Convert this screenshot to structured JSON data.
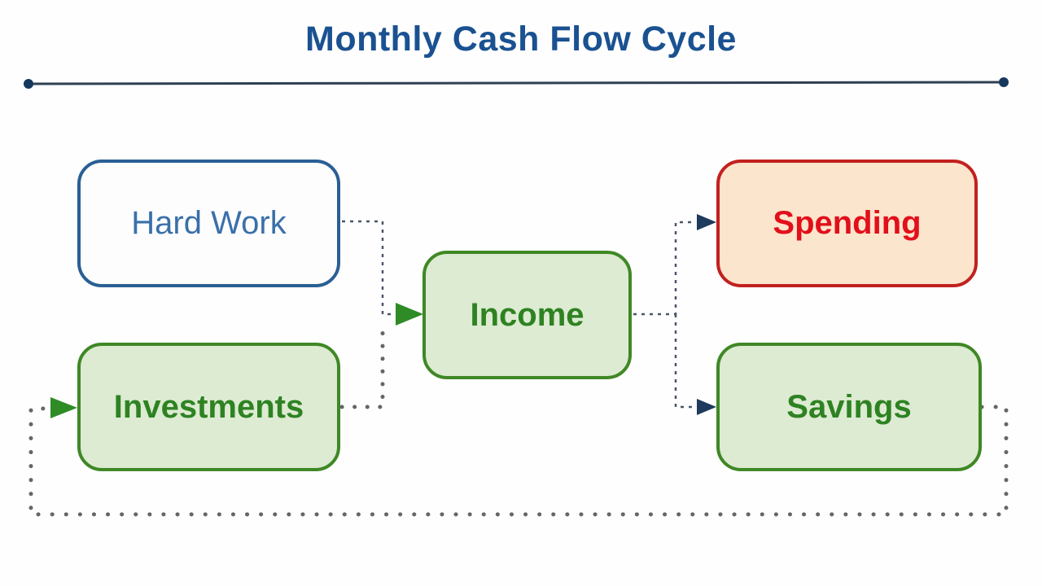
{
  "title": "Monthly Cash Flow Cycle",
  "nodes": {
    "hard_work": {
      "label": "Hard Work",
      "fill": "#fdfdfe",
      "border": "#2a5f94",
      "text_color": "#3a70a9"
    },
    "investments": {
      "label": "Investments",
      "fill": "#dcebd1",
      "border": "#3f8826",
      "text_color": "#2e8222"
    },
    "income": {
      "label": "Income",
      "fill": "#dcebd1",
      "border": "#3f8826",
      "text_color": "#2e8222"
    },
    "spending": {
      "label": "Spending",
      "fill": "#fce5cd",
      "border": "#c2211f",
      "text_color": "#e20f1a"
    },
    "savings": {
      "label": "Savings",
      "fill": "#dcebd1",
      "border": "#3f8826",
      "text_color": "#2e8222"
    }
  },
  "edges": [
    {
      "from": "hard_work",
      "to": "income",
      "style": "fine-dash",
      "arrow_color": "#2e8b26"
    },
    {
      "from": "investments",
      "to": "income",
      "style": "round-dots",
      "arrow_color": "#2e8b26"
    },
    {
      "from": "income",
      "to": "spending",
      "style": "fine-dash",
      "arrow_color": "#1e3a5c"
    },
    {
      "from": "income",
      "to": "savings",
      "style": "fine-dash",
      "arrow_color": "#1e3a5c"
    },
    {
      "from": "savings",
      "to": "investments",
      "style": "round-dots-loop",
      "arrow_color": "#2e8b26"
    }
  ],
  "colors": {
    "title_blue": "#1a5191",
    "underline": "#2e4052",
    "underline_end_dots": "#16385c",
    "blue_node_border": "#2a5f94",
    "blue_node_text": "#3a70a9",
    "green_node_fill": "#dcebd1",
    "green_node_border": "#3f8826",
    "green_node_text": "#2e8222",
    "red_node_fill": "#fce5cd",
    "red_node_border": "#c2211f",
    "red_node_text": "#e20f1a",
    "dash_connector": "#4a5568",
    "dot_connector": "#666666",
    "green_arrow": "#2e8b26",
    "navy_arrow": "#1e3a5c"
  }
}
